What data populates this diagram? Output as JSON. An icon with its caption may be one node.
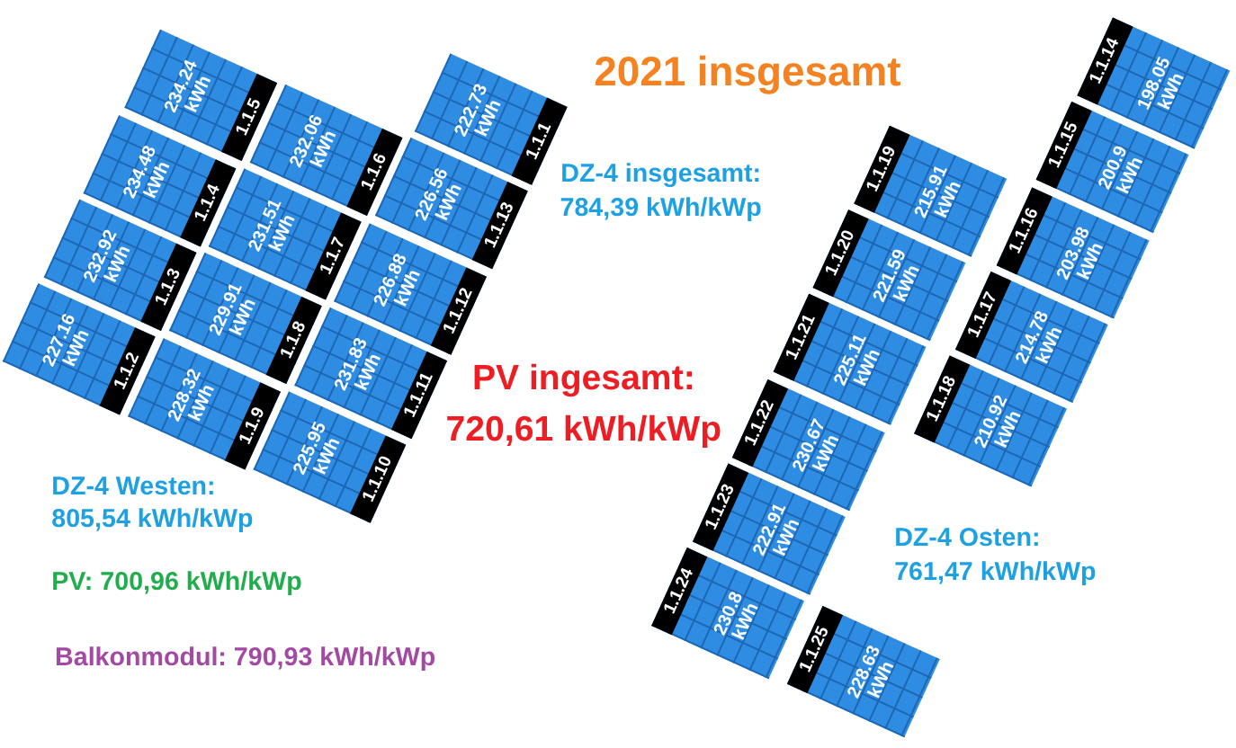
{
  "diagram": {
    "title": "2021 insgesamt",
    "nodes": [
      {
        "text": [
          "222.73 kWh",
          "1.1.1"
        ]
      },
      {
        "text": [
          "227.16 kWh",
          "1.1.2"
        ]
      },
      {
        "text": [
          "232.92 kWh",
          "1.1.3"
        ]
      },
      {
        "text": [
          "234.48 kWh",
          "1.1.4"
        ]
      },
      {
        "text": [
          "234.24 kWh",
          "1.1.5"
        ]
      },
      {
        "text": [
          "232.06 kWh",
          "1.1.6"
        ]
      },
      {
        "text": [
          "231.51 kWh",
          "1.1.7"
        ]
      },
      {
        "text": [
          "229.91 kWh",
          "1.1.8"
        ]
      },
      {
        "text": [
          "228.32 kWh",
          "1.1.9"
        ]
      },
      {
        "text": [
          "225.95 kWh",
          "1.1.10"
        ]
      },
      {
        "text": [
          "231.83 kWh",
          "1.1.11"
        ]
      },
      {
        "text": [
          "226.88 kWh",
          "1.1.12"
        ]
      },
      {
        "text": [
          "226.56 kWh",
          "1.1.13"
        ]
      },
      {
        "text": [
          "198.05 kWh",
          "1.1.14"
        ]
      },
      {
        "text": [
          "200.9 kWh",
          "1.1.15"
        ]
      },
      {
        "text": [
          "203.98 kWh",
          "1.1.16"
        ]
      },
      {
        "text": [
          "214.78 kWh",
          "1.1.17"
        ]
      },
      {
        "text": [
          "210.92 kWh",
          "1.1.18"
        ]
      },
      {
        "text": [
          "215.91 kWh",
          "1.1.19"
        ]
      },
      {
        "text": [
          "221.59 kWh",
          "1.1.20"
        ]
      },
      {
        "text": [
          "225.11 kWh",
          "1.1.21"
        ]
      },
      {
        "text": [
          "230.67 kWh",
          "1.1.22"
        ]
      },
      {
        "text": [
          "222.91 kWh",
          "1.1.23"
        ]
      },
      {
        "text": [
          "230.8 kWh",
          "1.1.24"
        ]
      },
      {
        "text": [
          "228.63 kWh",
          "1.1.25"
        ]
      }
    ],
    "labels": [
      "DZ-4 insgesamt: 784,39 kWh/kWp",
      "PV ingesamt: 720,61 kWh/kWp",
      "DZ-4 Westen: 805,54 kWh/kWp",
      "DZ-4 Osten: 761,47 kWh/kWp",
      "PV: 700,96 kWh/kWp",
      "Balkonmodul: 790,93 kWh/kWp"
    ]
  }
}
